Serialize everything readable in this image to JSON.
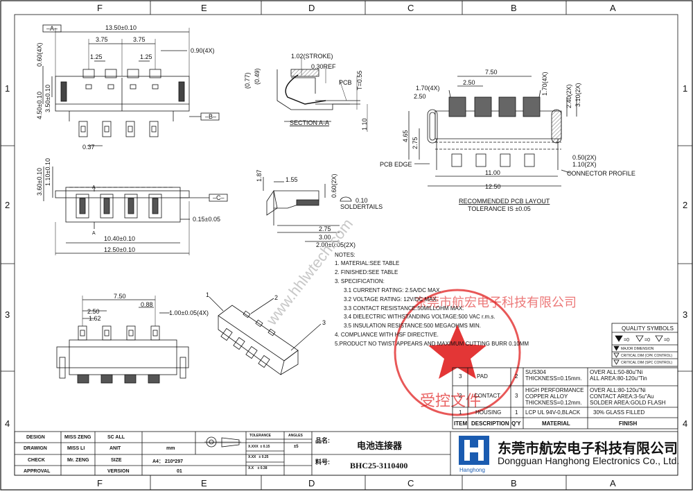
{
  "grid": {
    "columns": [
      "F",
      "E",
      "D",
      "C",
      "B",
      "A"
    ],
    "rows": [
      "1",
      "2",
      "3",
      "4"
    ]
  },
  "views": {
    "top": {
      "datum_a": "A",
      "datum_b": "B",
      "dim_overall": "13.50±0.10",
      "dim_pitch_left": "3.75",
      "dim_pitch_right": "3.75",
      "dim_small_left": "1.25",
      "dim_small_right": "1.25",
      "dim_tab_4x": "0.90(4X)",
      "dim_lead_4x": "0.60(4X)",
      "dim_h1": "4.50±0.10",
      "dim_h2": "3.50±0.10",
      "dim_gap": "0.37"
    },
    "section": {
      "title": "SECTION A-A",
      "stroke": "1.02(STROKE)",
      "ref": "0.30REF",
      "pcb": "PCB",
      "t": "T=0.55",
      "d077": "(0.77)",
      "d049": "(0.49)",
      "d110": "1.10"
    },
    "pcb_layout": {
      "title": "RECOMMENDED PCB LAYOUT",
      "tolerance": "TOLERANCE IS ±0.05",
      "d750": "7.50",
      "d250": "2.50",
      "d170_left": "1.70(4X)",
      "d170_right": "1.70(4X)",
      "d250b": "2.50",
      "d240": "2.40(2X)",
      "d310": "3.10(2X)",
      "d465": "4.65",
      "d275": "2.75",
      "d050": "0.50(2X)",
      "d110": "1.10(2X)",
      "d1100": "11.00",
      "d1250": "12.50",
      "pcb_edge": "PCB EDGE",
      "connector_profile": "CONNECTOR PROFILE"
    },
    "front": {
      "datum_c": "C",
      "mark_a_top": "A",
      "mark_a_bottom": "A",
      "d360": "3.60±0.10",
      "d110": "1.10±0.10",
      "d015": "0.15±0.05",
      "d1040": "10.40±0.10",
      "d1250": "12.50±0.10"
    },
    "side": {
      "d187": "1.87",
      "d155": "1.55",
      "d060": "0.60(2X)",
      "d010": "0.10",
      "solder": "SOLDERTAILS",
      "d275": "2.75",
      "d300": "3.00",
      "d200": "2.00±0.05(2X)"
    },
    "bottom": {
      "d750": "7.50",
      "d250": "2.50",
      "d162": "1.62",
      "d088": "0.88",
      "d100": "1.00±0.05(4X)"
    },
    "iso": {
      "balloon1": "1",
      "balloon2": "2",
      "balloon3": "3"
    }
  },
  "notes": {
    "heading": "NOTES:",
    "items": [
      "1. MATERIAL:SEE TABLE",
      "2. FINISHED:SEE TABLE",
      "3. SPECIFICATION:",
      "3.1 CURRENT RATING: 2.5A/DC MAX.",
      "3.2 VOLTAGE RATING: 12V/DC MAX.",
      "3.3 CONTACT RESISTANCE:50MILLOHM MAX.",
      "3.4 DIELECTRIC WITHSTANDING VOLTAGE:500 VAC r.m.s.",
      "3.5 INSULATION RESISTANCE:500 MEGAOHMS MIN.",
      "4. COMPLIANCE WITH HSF DIRECTIVE.",
      "5.PRODUCT NO TWIST APPEARS  AND MAXIMUM CUTTING BURR 0.10MM"
    ]
  },
  "watermark": "www.hhlwtech.com",
  "stamp": {
    "text": "东莞市航宏电子科技有限公司",
    "subtext": "受控文件"
  },
  "quality": {
    "title": "QUALITY SYMBOLS",
    "syms": [
      "=0",
      "=0",
      "=0"
    ],
    "rows": [
      "MAJOR DIMENSION",
      "CRITICAL DIM (CPK CONTROL)",
      "CRITICAL DIM (SPC CONTROL)"
    ]
  },
  "bom": {
    "headers": [
      "ITEM",
      "DESCRIPTION",
      "Q'Y",
      "MATERIAL",
      "FINISH"
    ],
    "rows": [
      {
        "item": "3",
        "desc": "PAD",
        "qty": "2",
        "mat": "SUS304\nTHICKNESS=0.15mm.",
        "fin": "OVER ALL:50-80u\"Ni\nALL AREA:80-120u\"Tin"
      },
      {
        "item": "2",
        "desc": "CONTACT",
        "qty": "3",
        "mat": "HIGH PERFORMANCE\nCOPPER ALLOY\nTHICKNESS=0.12mm.",
        "fin": "OVER ALL:80-120u\"Ni\nCONTACT AREA:3-5u\"Au\nSOLDER AREA:GOLD FLASH"
      },
      {
        "item": "1",
        "desc": "HOUSING",
        "qty": "1",
        "mat": "LCP UL 94V-0,BLACK",
        "fin": "30% GLASS FILLED"
      }
    ]
  },
  "title_block": {
    "labels": [
      "DESIGN",
      "DRAWIGN",
      "CHECK",
      "APPROVAL"
    ],
    "names": [
      "MISS ZENG",
      "MISS LI",
      "Mr. ZENG",
      ""
    ],
    "sc_label": "SC ALL",
    "unit_label": "ANIT",
    "unit_value": "mm",
    "size_label": "SIZE",
    "size_value": "A4： 210*297",
    "version_label": "VERSION",
    "version_value": "01",
    "tolerance_label": "TOLERANCE",
    "angles_label": "ANGLES",
    "tol_rows": [
      "X.XXX  ± 0.15",
      "X.XX   ± 0.25",
      "X.X    ± 0.38"
    ],
    "angle_value": "±5",
    "name_label": "品名:",
    "name_value": "电池连接器",
    "part_label": "料号:",
    "part_value": "BHC25-3110400",
    "company_cn": "东莞市航宏电子科技有限公司",
    "company_en": "Dongguan Hanghong Electronics Co., Ltd.",
    "logo_text": "Hanghong"
  },
  "colors": {
    "ink": "#111111",
    "stamp_red": "#e02020",
    "logo_blue": "#1a5bb0",
    "pad_gray": "#666666"
  }
}
